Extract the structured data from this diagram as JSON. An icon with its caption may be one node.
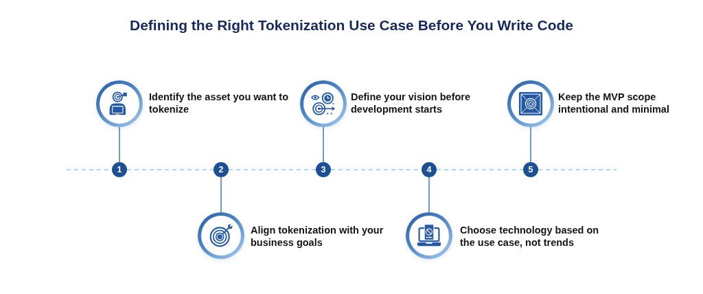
{
  "diagram": {
    "title": "Defining the Right Tokenization Use Case Before You Write Code",
    "nodes": [
      {
        "text": [
          "Identify the asset you want to tokenize"
        ]
      },
      {
        "text": [
          "1"
        ]
      },
      {
        "text": [
          "Align tokenization with your business goals"
        ]
      },
      {
        "text": [
          "2"
        ]
      },
      {
        "text": [
          "Define your vision before development starts"
        ]
      },
      {
        "text": [
          "3"
        ]
      },
      {
        "text": [
          "Choose technology based on the use case, not trends"
        ]
      },
      {
        "text": [
          "4"
        ]
      },
      {
        "text": [
          "Keep the MVP scope intentional and minimal"
        ]
      },
      {
        "text": [
          "5"
        ]
      }
    ],
    "edges": [
      {
        "from": 0,
        "to": 1,
        "arrow": "none",
        "color": "#4a86b8"
      },
      {
        "from": 3,
        "to": 2,
        "arrow": "none",
        "color": "#4a86b8"
      },
      {
        "from": 4,
        "to": 5,
        "arrow": "none",
        "color": "#4a86b8"
      },
      {
        "from": 7,
        "to": 6,
        "arrow": "none",
        "color": "#4a86b8"
      },
      {
        "from": 8,
        "to": 9,
        "arrow": "none",
        "color": "#4a86b8"
      },
      {
        "from": null,
        "to": 1,
        "arrow": "none",
        "style": "dashed"
      },
      {
        "from": 1,
        "to": 3,
        "arrow": "none",
        "style": "dashed"
      },
      {
        "from": 3,
        "to": 5,
        "arrow": "none",
        "style": "dashed"
      },
      {
        "from": 5,
        "to": 7,
        "arrow": "none",
        "style": "dashed"
      },
      {
        "from": 7,
        "to": 9,
        "arrow": "none",
        "style": "dashed"
      },
      {
        "from": 9,
        "to": null,
        "arrow": "none",
        "style": "dashed"
      }
    ]
  }
}
